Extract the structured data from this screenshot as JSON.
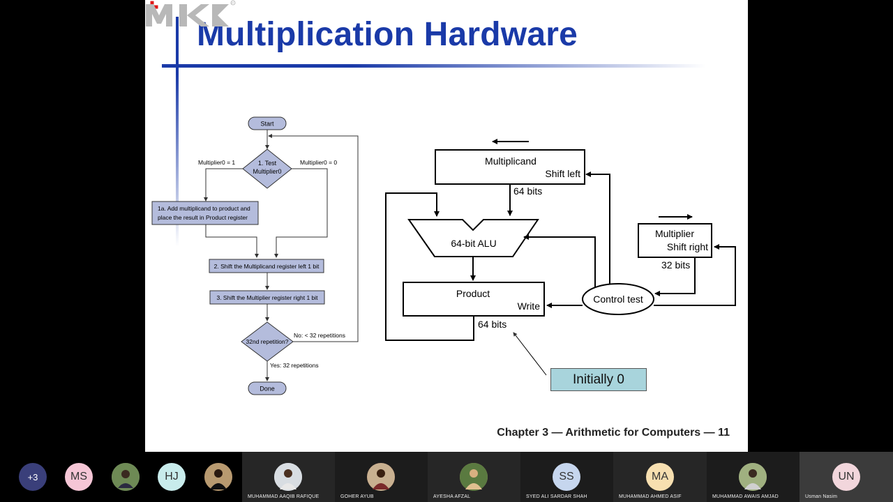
{
  "slide": {
    "title": "Multiplication Hardware",
    "footer": "Chapter 3 — Arithmetic for Computers — 11",
    "callout": "Initially 0"
  },
  "flowchart": {
    "start": "Start",
    "test_line1": "1.  Test",
    "test_line2": "Multiplier0",
    "branch_one": "Multiplier0 = 1",
    "branch_zero": "Multiplier0 = 0",
    "step1a_line1": "1a.  Add multiplicand to product and",
    "step1a_line2": "place the result in Product register",
    "step2": "2.  Shift the Multiplicand register left 1 bit",
    "step3": "3.  Shift the Multiplier register right 1 bit",
    "rep_test": "32nd repetition?",
    "no_label": "No: < 32 repetitions",
    "yes_label": "Yes: 32 repetitions",
    "done": "Done"
  },
  "hardware": {
    "multiplicand": "Multiplicand",
    "shift_left": "Shift left",
    "mcand_bits": "64 bits",
    "alu": "64-bit ALU",
    "product": "Product",
    "write": "Write",
    "product_bits": "64 bits",
    "multiplier": "Multiplier",
    "shift_right": "Shift right",
    "mplier_bits": "32 bits",
    "control": "Control test"
  },
  "participants": [
    {
      "initials": "+3",
      "color": "#3a3f7a"
    },
    {
      "initials": "MS",
      "color": "#f5c6d6"
    },
    {
      "initials": "",
      "color": "#7a8a6a"
    },
    {
      "initials": "HJ",
      "color": "#c8ecec"
    },
    {
      "initials": "",
      "color": "#5a4030"
    },
    {
      "initials": "",
      "name": "MUHAMMAD AAQIB RAFIQUE",
      "color": "#cfd8e0"
    },
    {
      "initials": "",
      "name": "GOHER AYUB",
      "color": "#7a3a2a"
    },
    {
      "initials": "",
      "name": "AYESHA AFZAL",
      "color": "#c8a070"
    },
    {
      "initials": "SS",
      "name": "SYED ALI SARDAR SHAH",
      "color": "#c6d6ee"
    },
    {
      "initials": "MA",
      "name": "MUHAMMAD AHMED ASIF",
      "color": "#f7dfb0"
    },
    {
      "initials": "",
      "name": "MUHAMMAD AWAIS AMJAD",
      "color": "#8a9a70"
    },
    {
      "initials": "UN",
      "name": "Usman Nasim",
      "color": "#f2d6dc"
    }
  ]
}
